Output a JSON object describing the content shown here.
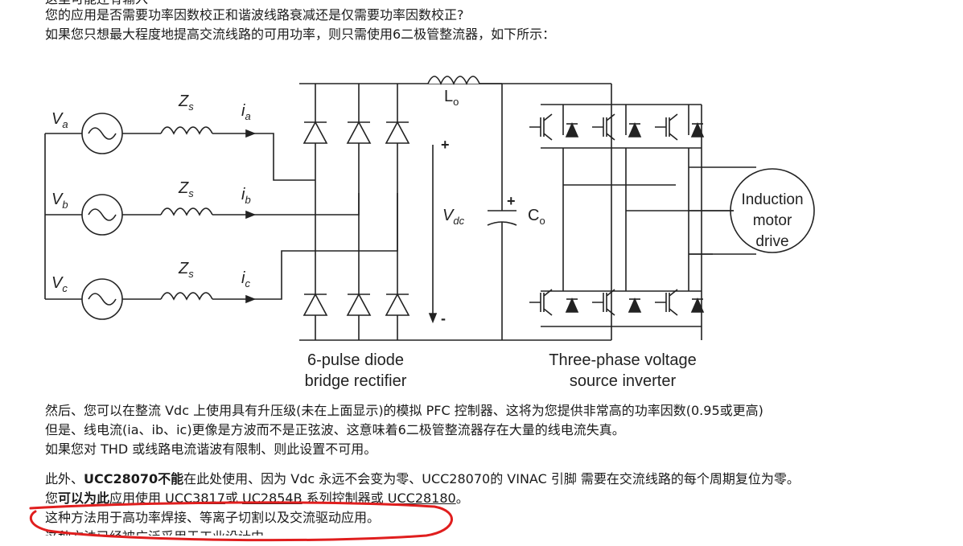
{
  "intro": {
    "line0_partial": "这里可能还有输入",
    "line1": "您的应用是否需要功率因数校正和谐波线路衰减还是仅需要功率因数校正?",
    "line2": "如果您只想最大程度地提高交流线路的可用功率，则只需使用6二极管整流器，如下所示："
  },
  "diagram": {
    "source_a": "V",
    "source_a_sub": "a",
    "source_b": "V",
    "source_b_sub": "b",
    "source_c": "V",
    "source_c_sub": "c",
    "impedance": "Z",
    "impedance_sub": "s",
    "current_a": "i",
    "current_a_sub": "a",
    "current_b": "i",
    "current_b_sub": "b",
    "current_c": "i",
    "current_c_sub": "c",
    "inductor": "L",
    "inductor_sub": "o",
    "dc_voltage": "V",
    "dc_voltage_sub": "dc",
    "capacitor": "C",
    "capacitor_sub": "o",
    "plus": "+",
    "minus": "-",
    "motor_line1": "Induction",
    "motor_line2": "motor",
    "motor_line3": "drive",
    "rectifier_line1": "6-pulse diode",
    "rectifier_line2": "bridge rectifier",
    "inverter_line1": "Three-phase voltage",
    "inverter_line2": "source inverter"
  },
  "body": {
    "p1": "然后、您可以在整流 Vdc 上使用具有升压级(未在上面显示)的模拟 PFC 控制器、这将为您提供非常高的功率因数(0.95或更高)",
    "p2": "但是、线电流(ia、ib、ic)更像是方波而不是正弦波、这意味着6二极管整流器存在大量的线电流失真。",
    "p3": "如果您对 THD 或线路电流谐波有限制、则此设置不可用。",
    "p4_pre": "此外、",
    "p4_bold": "UCC28070不能",
    "p4_post": "在此处使用、因为 Vdc 永远不会变为零、UCC28070的 VINAC 引脚 需要在交流线路的每个周期复位为零。",
    "p5_pre": "您",
    "p5_bold": "可以为此",
    "p5_mid": "应用使用 ",
    "p5_link1": "UCC3817",
    "p5_or": "或 ",
    "p5_link2": "UC2854B",
    "p5_mid2": " 系列控制器或 ",
    "p5_link3": "UCC28180",
    "p5_end": "。",
    "p6": "这种方法用于高功率焊接、等离子切割以及交流驱动应用。",
    "p7_partial": "这种方法已经被广泛采用于工业设计中"
  },
  "colors": {
    "annotation": "#e01e1e",
    "text": "#1a1a1a",
    "circuit": "#222222"
  }
}
